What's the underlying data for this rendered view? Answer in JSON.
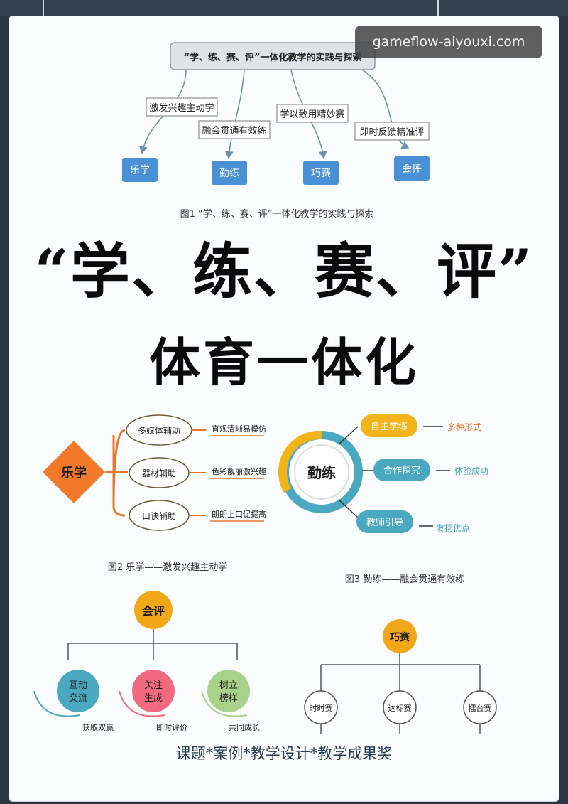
{
  "watermark": "gameflow-aiyouxi.com",
  "fig1": {
    "root": "“学、练、赛、评”一体化教学的实践与探索",
    "labels": [
      "激发兴趣主动学",
      "融会贯通有效练",
      "学以致用精妙赛",
      "即时反馈精准评"
    ],
    "nodes": [
      "乐学",
      "勤练",
      "巧赛",
      "会评"
    ],
    "caption": "图1 “学、练、赛、评”一体化教学的实践与探索"
  },
  "headline": {
    "line1": "“学、练、赛、评”",
    "line2": "体育一体化"
  },
  "fig2": {
    "center": "乐学",
    "items": [
      {
        "label": "多媒体辅助",
        "note": "直观清晰易模仿"
      },
      {
        "label": "器材辅助",
        "note": "色彩靓丽激兴趣"
      },
      {
        "label": "口诀辅助",
        "note": "朗朗上口促提高"
      }
    ],
    "caption": "图2 乐学——激发兴趣主动学"
  },
  "fig3": {
    "center": "勤练",
    "items": [
      {
        "label": "自主学练",
        "note": "多种形式"
      },
      {
        "label": "合作探究",
        "note": "体验成功"
      },
      {
        "label": "教师引导",
        "note": "发扬优点"
      }
    ],
    "caption": "图3 勤练——融会贯通有效练"
  },
  "fig4": {
    "center": "会评",
    "items": [
      {
        "label_top": "互动",
        "label_bottom": "交流",
        "note": "获取双赢"
      },
      {
        "label_top": "关注",
        "label_bottom": "生成",
        "note": "即时评价"
      },
      {
        "label_top": "树立",
        "label_bottom": "榜样",
        "note": "共同成长"
      }
    ]
  },
  "fig5": {
    "center": "巧赛",
    "items": [
      "时时赛",
      "达标赛",
      "擂台赛"
    ]
  },
  "footer": "课题*案例*教学设计*教学成果奖",
  "colors": {
    "blue_node": "#4a90d6",
    "orange": "#e8772e",
    "orange_diamond": "#f07a2a",
    "gold": "#f2b418",
    "teal": "#4aa9c0",
    "gold_ball": "#f0a818",
    "pink": "#f26a80",
    "green": "#a8d28a",
    "footer_text": "#243a56"
  }
}
